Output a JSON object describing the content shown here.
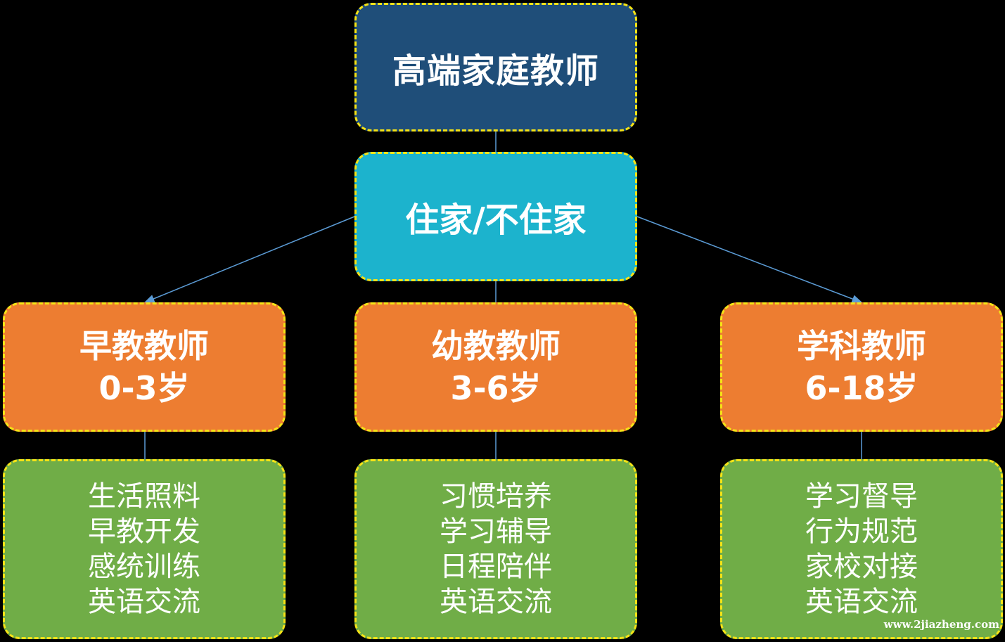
{
  "root": {
    "label": "高端家庭教师"
  },
  "mid": {
    "label": "住家/不住家"
  },
  "categories": [
    {
      "title": "早教教师",
      "age": "0-3岁",
      "items": [
        "生活照料",
        "早教开发",
        "感统训练",
        "英语交流"
      ]
    },
    {
      "title": "幼教教师",
      "age": "3-6岁",
      "items": [
        "习惯培养",
        "学习辅导",
        "日程陪伴",
        "英语交流"
      ]
    },
    {
      "title": "学科教师",
      "age": "6-18岁",
      "items": [
        "学习督导",
        "行为规范",
        "家校对接",
        "英语交流"
      ]
    }
  ],
  "watermark": "www.2jiazheng.com",
  "colors": {
    "root_fill": "#1f4e79",
    "mid_fill": "#1cb3cd",
    "category_fill": "#ed7d31",
    "detail_fill": "#70ad47",
    "border": "#f5e316",
    "connector": "#5b9bd5"
  }
}
